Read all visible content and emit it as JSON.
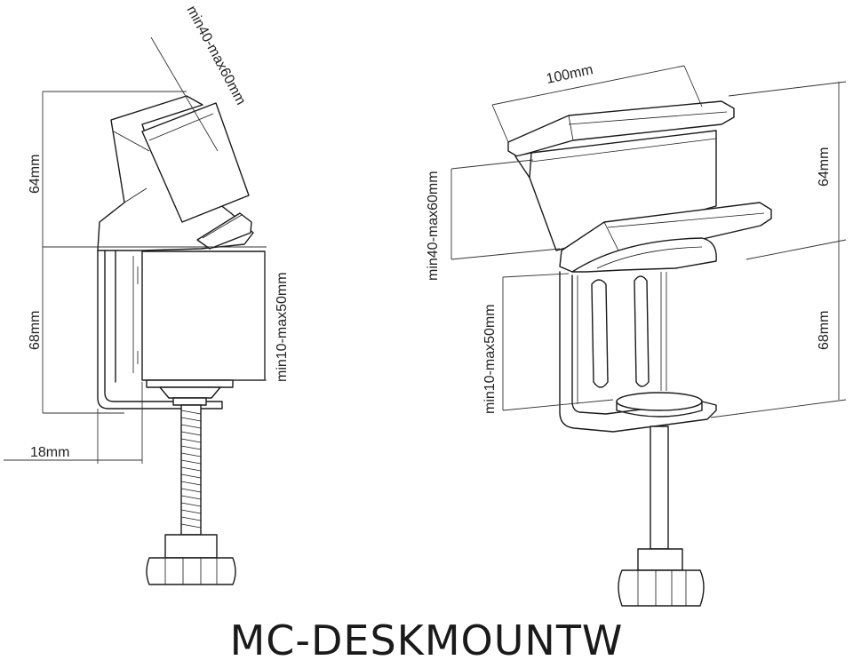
{
  "product": {
    "model": "MC-DESKMOUNTW"
  },
  "dimensions": {
    "side_view": {
      "clamp_range_upper": "min40-max60mm",
      "upper_height": "64mm",
      "lower_height": "68mm",
      "clamp_range_lower": "min10-max50mm",
      "bracket_depth": "18mm"
    },
    "perspective_view": {
      "width": "100mm",
      "upper_height": "64mm",
      "clamp_range_upper": "min40-max60mm",
      "lower_height": "68mm",
      "clamp_range_lower": "min10-max50mm"
    }
  },
  "colors": {
    "line": "#1a1a1a",
    "background": "#ffffff"
  }
}
